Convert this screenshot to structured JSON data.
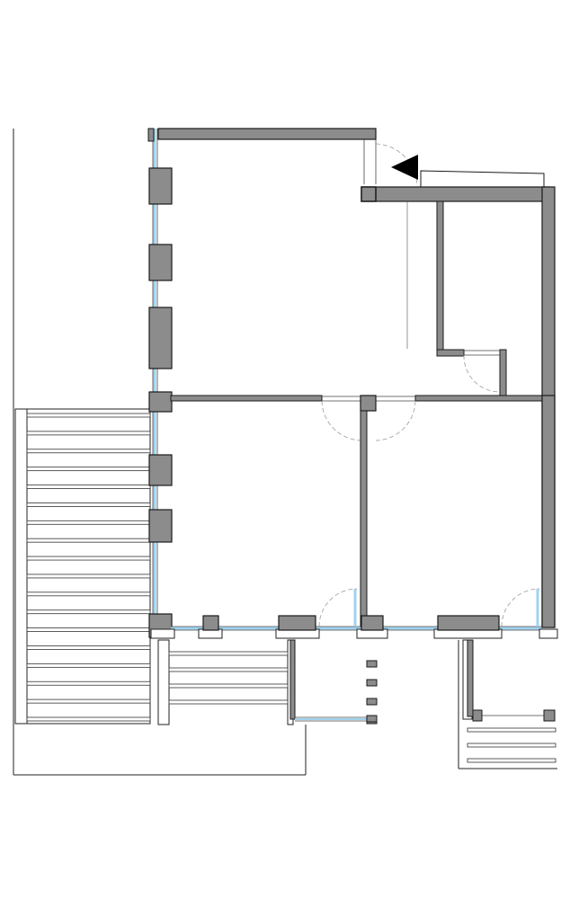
{
  "drawing": {
    "type": "architectural-floor-plan",
    "view": "plan",
    "colors": {
      "background": "#ffffff",
      "wall_fill": "#8c8c8c",
      "wall_stroke": "#1a1a1a",
      "glazing": "#9fd3ee",
      "thin_line": "#444444",
      "door_swing": "#9a9a9a",
      "entry_arrow": "#000000"
    },
    "elements": {
      "rooms": [
        "upper-room",
        "right-small-room",
        "lower-left-room",
        "lower-right-room"
      ],
      "deck_left_slats": 18,
      "deck_lower_slats": 4,
      "balcony_slats": 3,
      "columns_on_porch": 4,
      "door_swings": 5
    }
  }
}
